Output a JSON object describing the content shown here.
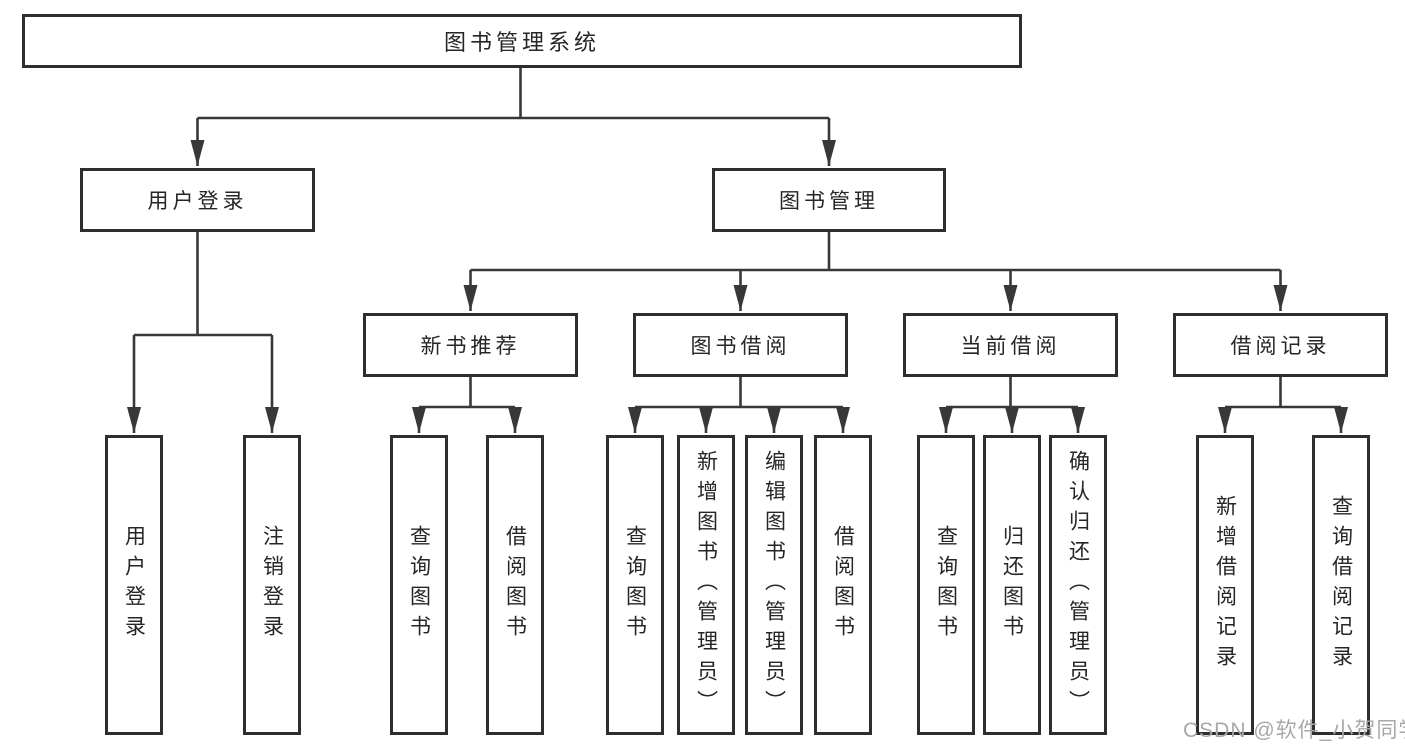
{
  "title": "图书管理系统",
  "colors": {
    "line": "#383838",
    "box_border": "#2e2e2e",
    "text": "#262626",
    "watermark": "#a8a8a8",
    "background": "#ffffff"
  },
  "root": {
    "label": "图书管理系统"
  },
  "branches": [
    {
      "label": "用户登录",
      "children": [
        "用户登录",
        "注销登录"
      ]
    },
    {
      "label": "图书管理",
      "children": [
        {
          "label": "新书推荐",
          "children": [
            "查询图书",
            "借阅图书"
          ]
        },
        {
          "label": "图书借阅",
          "children": [
            "查询图书",
            "新增图书（管理员）",
            "编辑图书（管理员）",
            "借阅图书"
          ]
        },
        {
          "label": "当前借阅",
          "children": [
            "查询图书",
            "归还图书",
            "确认归还（管理员）"
          ]
        },
        {
          "label": "借阅记录",
          "children": [
            "新增借阅记录",
            "查询借阅记录"
          ]
        }
      ]
    }
  ],
  "watermark": "CSDN @软件_小贺同学"
}
